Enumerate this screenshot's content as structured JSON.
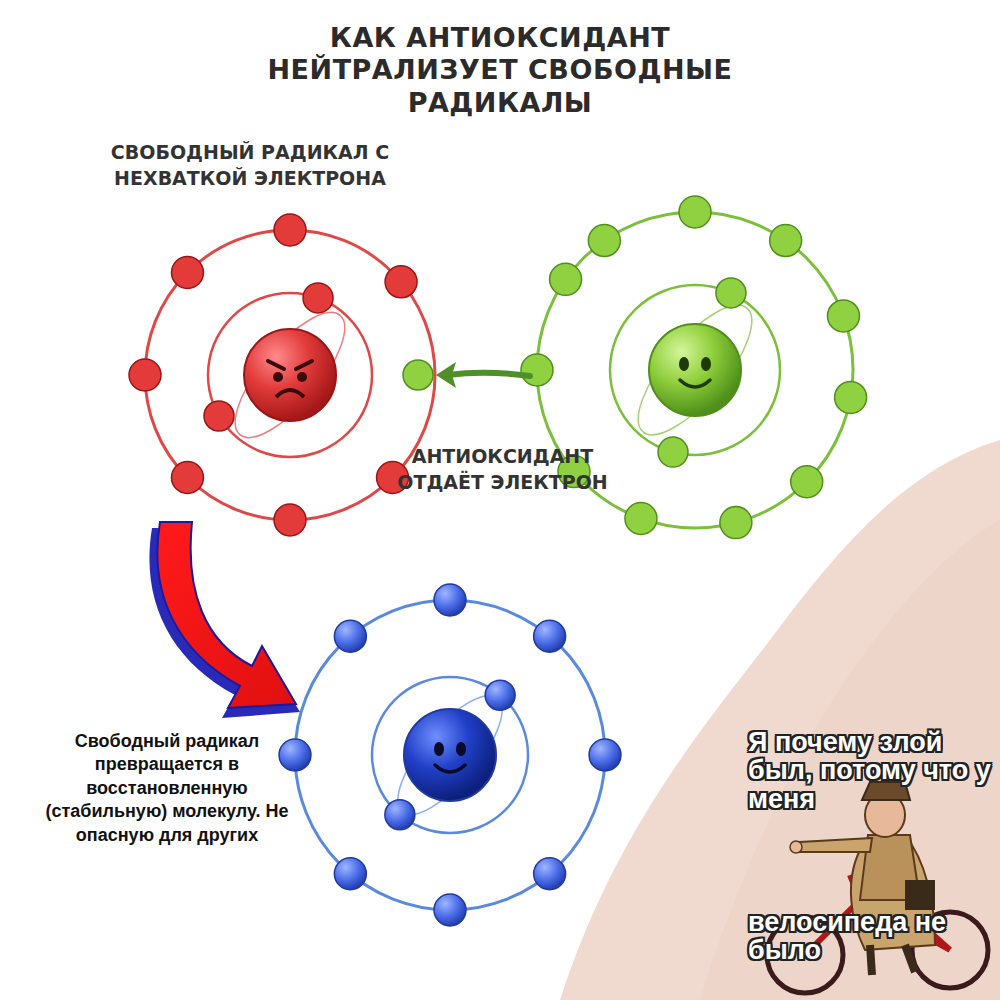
{
  "diagram": {
    "title": "КАК АНТИОКСИДАНТ НЕЙТРАЛИЗУЕТ СВОБОДНЫЕ РАДИКАЛЫ",
    "labels": [
      "СВОБОДНЫЙ РАДИКАЛ С НЕХВАТКОЙ ЭЛЕКТРОНА",
      "АНТИОКСИДАНТ ОТДАЁТ ЭЛЕКТРОН",
      "Свободный радикал превращается в восстановленную (стабильную) молекулу. Не опасную для других",
      "Я почему злой был, потому что у меня",
      "велосипеда не было"
    ]
  }
}
